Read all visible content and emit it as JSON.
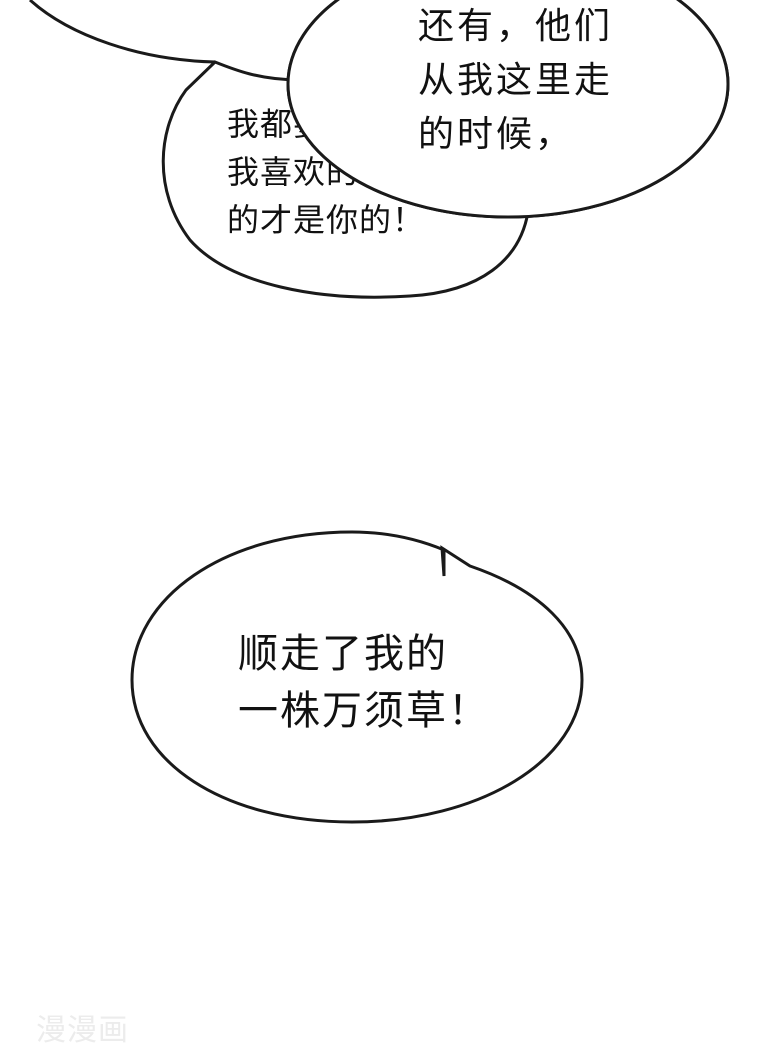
{
  "bubbles": {
    "back": {
      "lines": [
        "我都要",
        "我喜欢的",
        "的才是你的！"
      ]
    },
    "front": {
      "lines": [
        "还有，他们",
        "从我这里走",
        "的时候，"
      ]
    },
    "bottom": {
      "lines": [
        "顺走了我的",
        "一株万须草！"
      ]
    }
  },
  "watermark": {
    "text": "漫漫画"
  },
  "colors": {
    "background": "#ffffff",
    "outline": "#1a1a1a",
    "text": "#111111",
    "watermark": "#ececec"
  }
}
